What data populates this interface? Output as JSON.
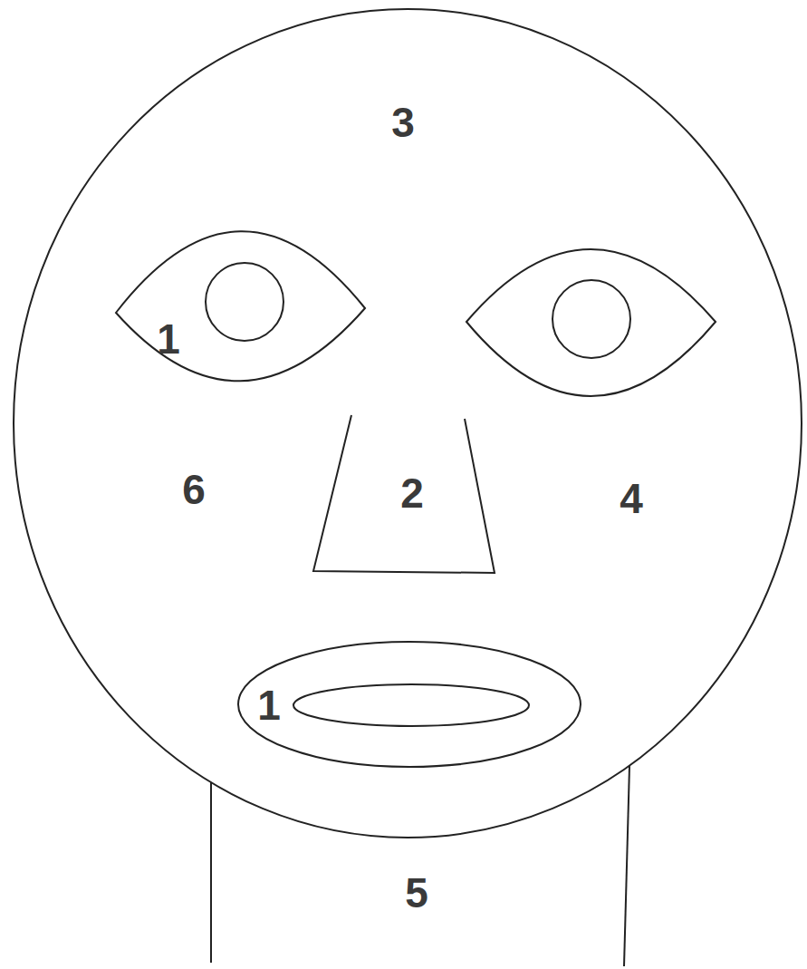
{
  "diagram": {
    "labels": [
      "3",
      "1",
      "6",
      "2",
      "4",
      "1",
      "5"
    ]
  }
}
